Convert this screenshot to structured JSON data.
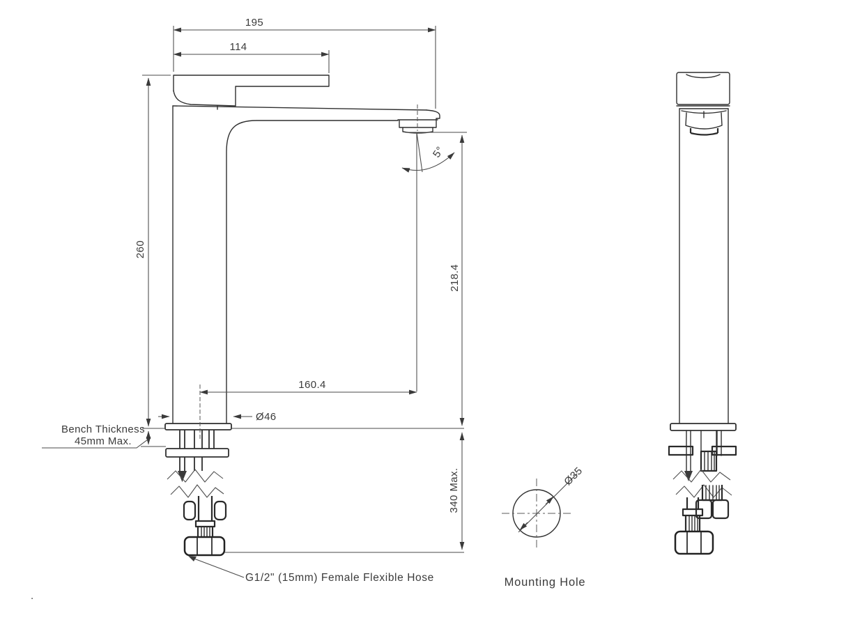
{
  "colors": {
    "line": "#2f2f2f",
    "dimension": "#4a4a4a",
    "text": "#3b3b3b",
    "background": "#ffffff"
  },
  "front_view": {
    "dimensions": {
      "total_projection": "195",
      "handle_projection": "114",
      "height_to_handle": "260",
      "spout_outlet_height": "218.4",
      "spout_reach": "160.4",
      "base_diameter": "Ø46",
      "spout_angle": "5°",
      "below_bench_max": "340 Max."
    },
    "bench_note": {
      "line1": "Bench Thickness",
      "line2": "45mm Max."
    },
    "hose_note": "G1/2\" (15mm) Female Flexible Hose"
  },
  "mounting_hole": {
    "diameter": "Ø35",
    "caption": "Mounting Hole"
  },
  "stray_mark": "."
}
